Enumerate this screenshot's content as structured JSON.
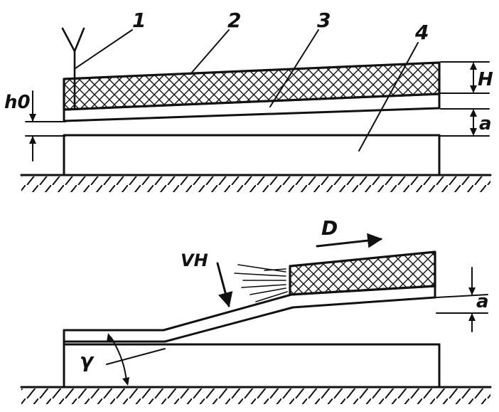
{
  "figure_a": {
    "callouts": [
      "1",
      "2",
      "3",
      "4"
    ],
    "dim_h0": "h0",
    "dim_H": "H",
    "dim_a": "a"
  },
  "figure_b": {
    "label_D": "D",
    "label_VH": "VH",
    "label_a": "a",
    "label_gamma": "γ"
  },
  "colors": {
    "ink": "#111111",
    "paper": "#ffffff"
  }
}
